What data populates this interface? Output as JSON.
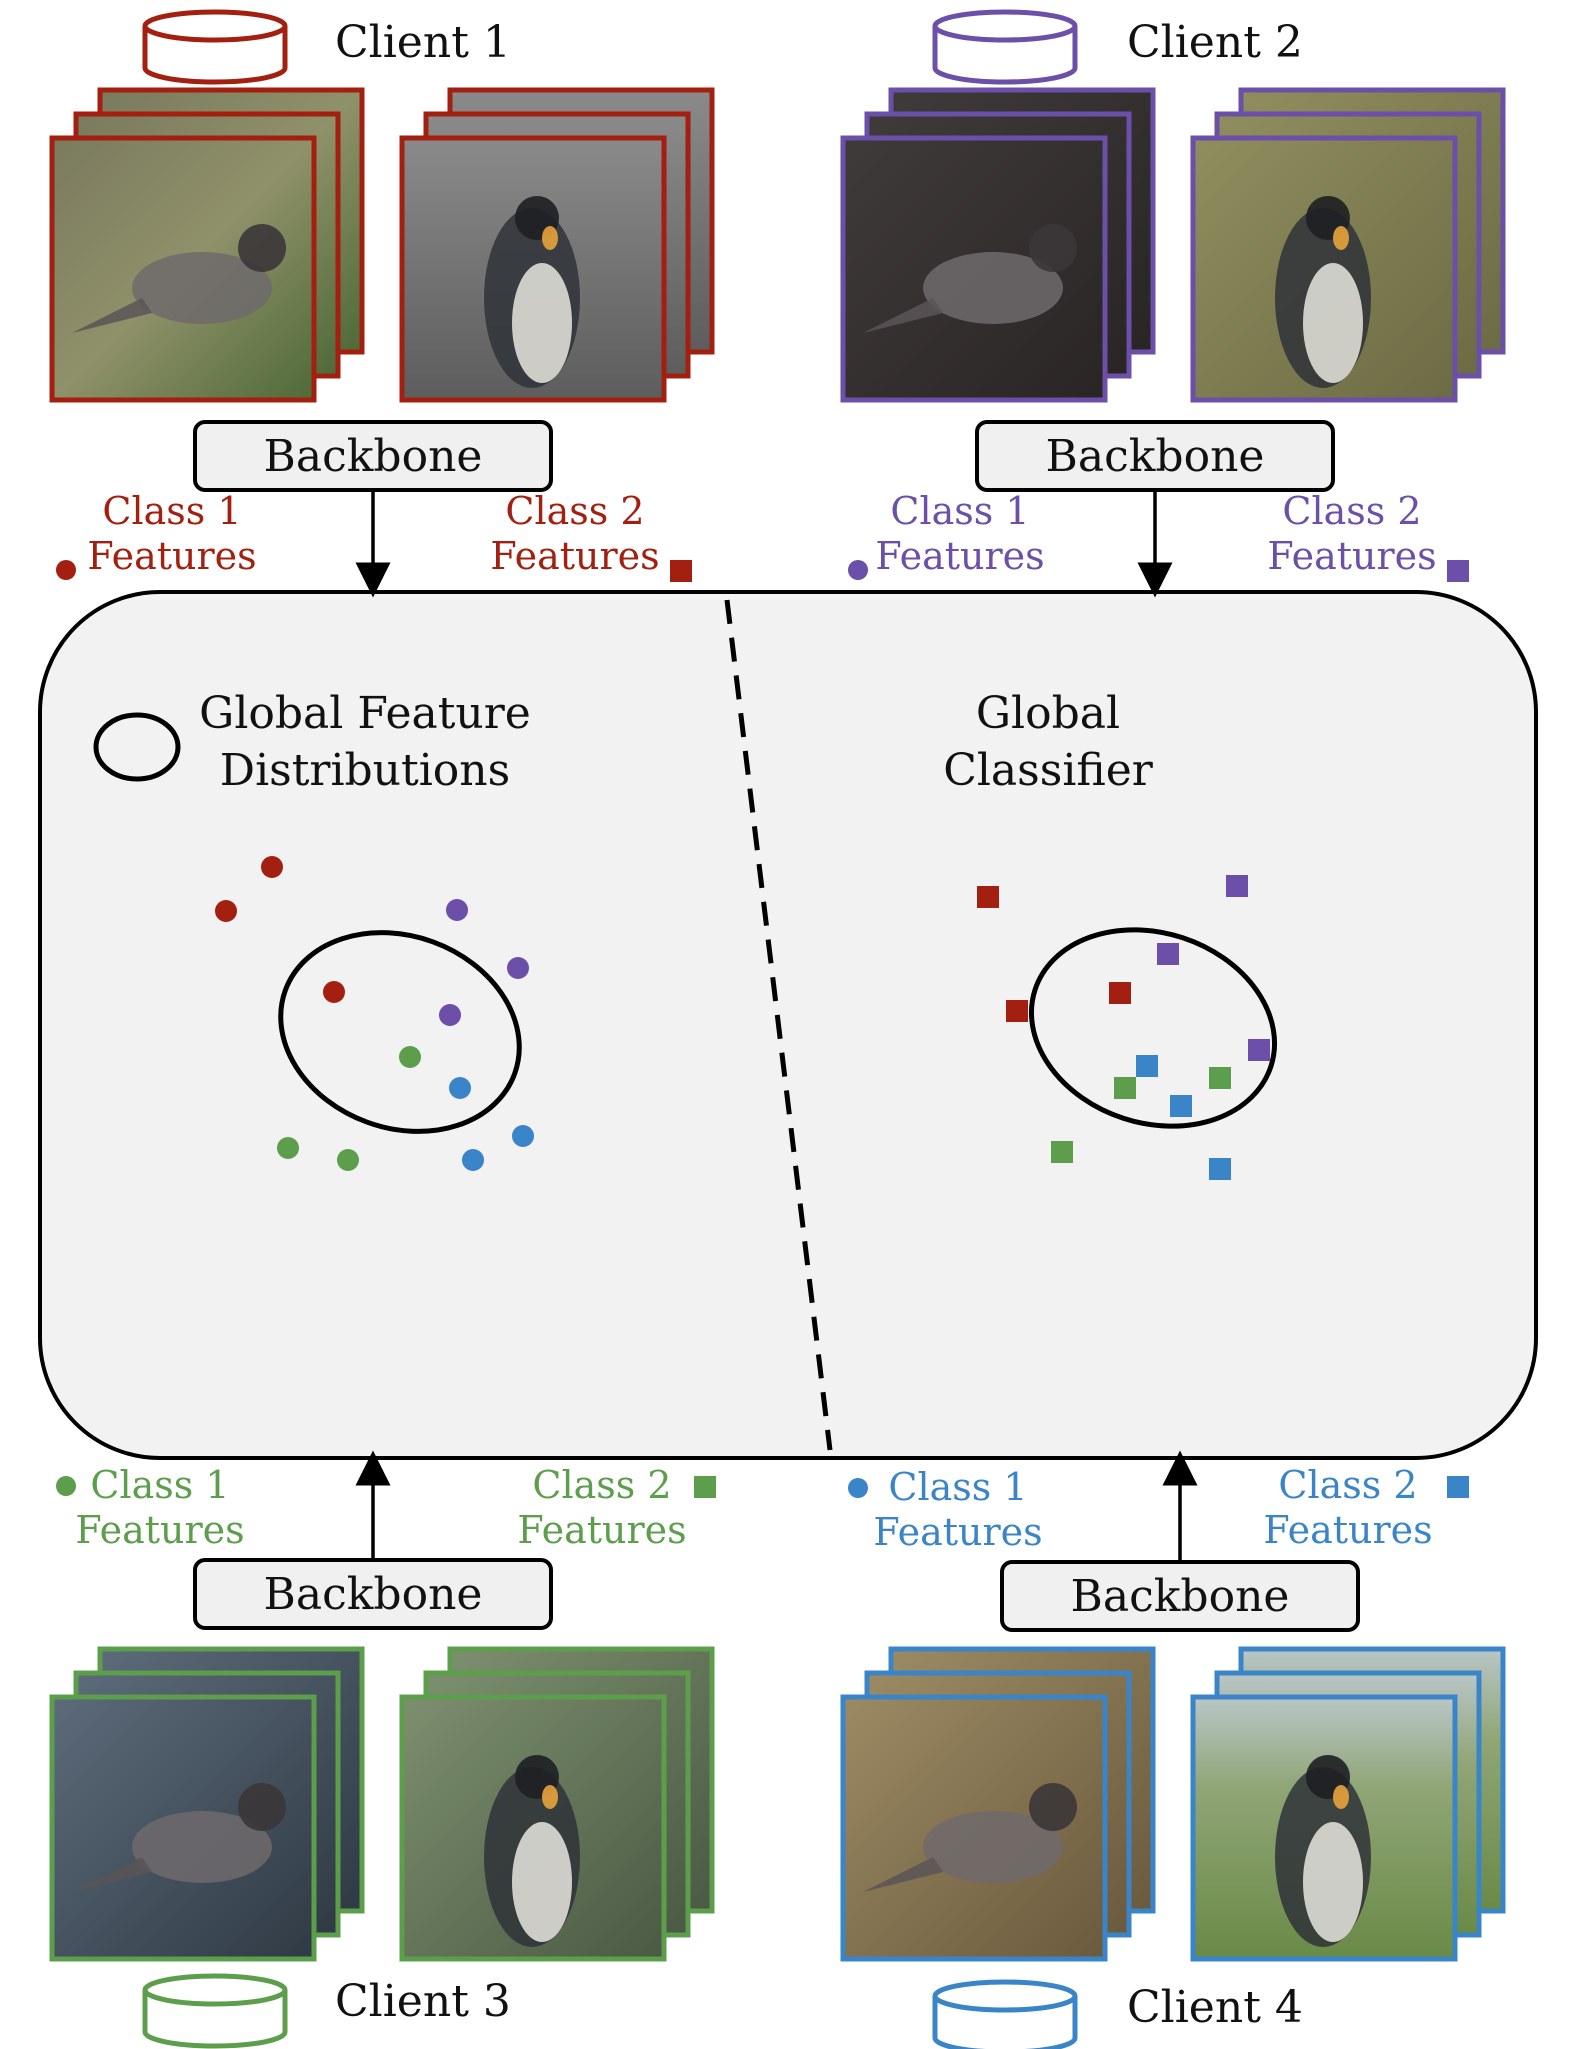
{
  "colors": {
    "client1": "#a31f0f",
    "client2": "#6b4fa8",
    "client3": "#5c9e4b",
    "client4": "#3a84c8",
    "panel_fill": "#f2f2f2",
    "stroke": "#000000",
    "backbone_fill": "#f0f0f0"
  },
  "clients": [
    {
      "name": "Client 1",
      "backbone": "Backbone",
      "class1": [
        "Class 1",
        "Features"
      ],
      "class2": [
        "Class 2",
        "Features"
      ],
      "icon": "database-icon",
      "images": [
        "junco-bird-photo",
        "king-penguin-photo"
      ]
    },
    {
      "name": "Client 2",
      "backbone": "Backbone",
      "class1": [
        "Class 1",
        "Features"
      ],
      "class2": [
        "Class 2",
        "Features"
      ],
      "icon": "database-icon",
      "images": [
        "junco-bird-photo",
        "king-penguin-photo"
      ]
    },
    {
      "name": "Client 3",
      "backbone": "Backbone",
      "class1": [
        "Class 1",
        "Features"
      ],
      "class2": [
        "Class 2",
        "Features"
      ],
      "icon": "database-icon",
      "images": [
        "junco-bird-photo",
        "king-penguin-photo"
      ]
    },
    {
      "name": "Client 4",
      "backbone": "Backbone",
      "class1": [
        "Class 1",
        "Features"
      ],
      "class2": [
        "Class 2",
        "Features"
      ],
      "icon": "database-icon",
      "images": [
        "junco-bird-photo",
        "king-penguin-photo"
      ]
    }
  ],
  "panels": {
    "left_title": [
      "Global Feature",
      "Distributions"
    ],
    "right_title": [
      "Global",
      "Classifier"
    ]
  }
}
